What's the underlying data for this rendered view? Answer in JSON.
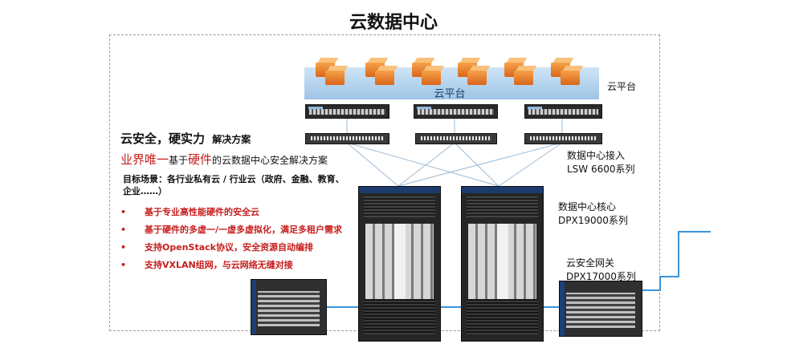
{
  "title": "云数据中心",
  "cloud_platform": {
    "band_label": "云平台",
    "side_label": "云平台"
  },
  "labels": {
    "access_title": "数据中心接入",
    "access_series": "LSW 6600系列",
    "core_title": "数据中心核心",
    "core_series": "DPX19000系列",
    "gateway_title": "云安全网关",
    "gateway_series": "DPX17000系列"
  },
  "text": {
    "headline_a": "云安全，硬实力",
    "headline_b": "解决方案",
    "sub_red_1": "业界唯一",
    "sub_black_1": "基于",
    "sub_red_2": "硬件",
    "sub_black_2": "的云数据中心安全解决方案",
    "scene_line1": "目标场景：各行业私有云 / 行业云（政府、金融、教育、",
    "scene_line2": "企业……）",
    "bullets": [
      "基于专业高性能硬件的安全云",
      "基于硬件的多虚一/一虚多虚拟化，满足多租户需求",
      "支持OpenStack协议，安全资源自动编排",
      "支持VXLAN组网，与云网络无缝对接"
    ]
  },
  "colors": {
    "accent_red": "#c51d1d",
    "link_blue": "#3a93d8",
    "cloud_blue": "#9ec4e6"
  }
}
